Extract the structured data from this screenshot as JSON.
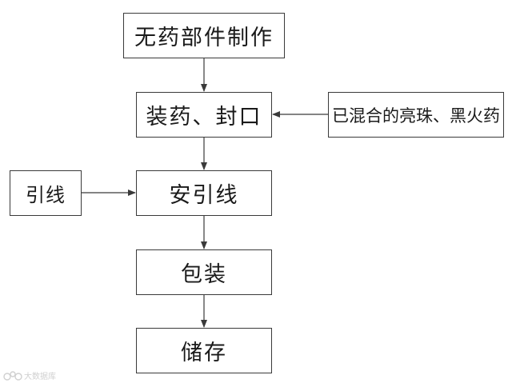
{
  "flowchart": {
    "steps": [
      "无药部件制作",
      "装药、封口",
      "安引线",
      "包装",
      "储存"
    ],
    "inputs": {
      "right": "已混合的亮珠、黑火药",
      "left": "引线"
    }
  },
  "watermark": {
    "text": "大数据库",
    "icon": "watermark-logo-icon"
  },
  "colors": {
    "stroke": "#3a3a3a",
    "text": "#1a1a1a",
    "watermark": "#d0d0d0",
    "background": "#ffffff"
  }
}
